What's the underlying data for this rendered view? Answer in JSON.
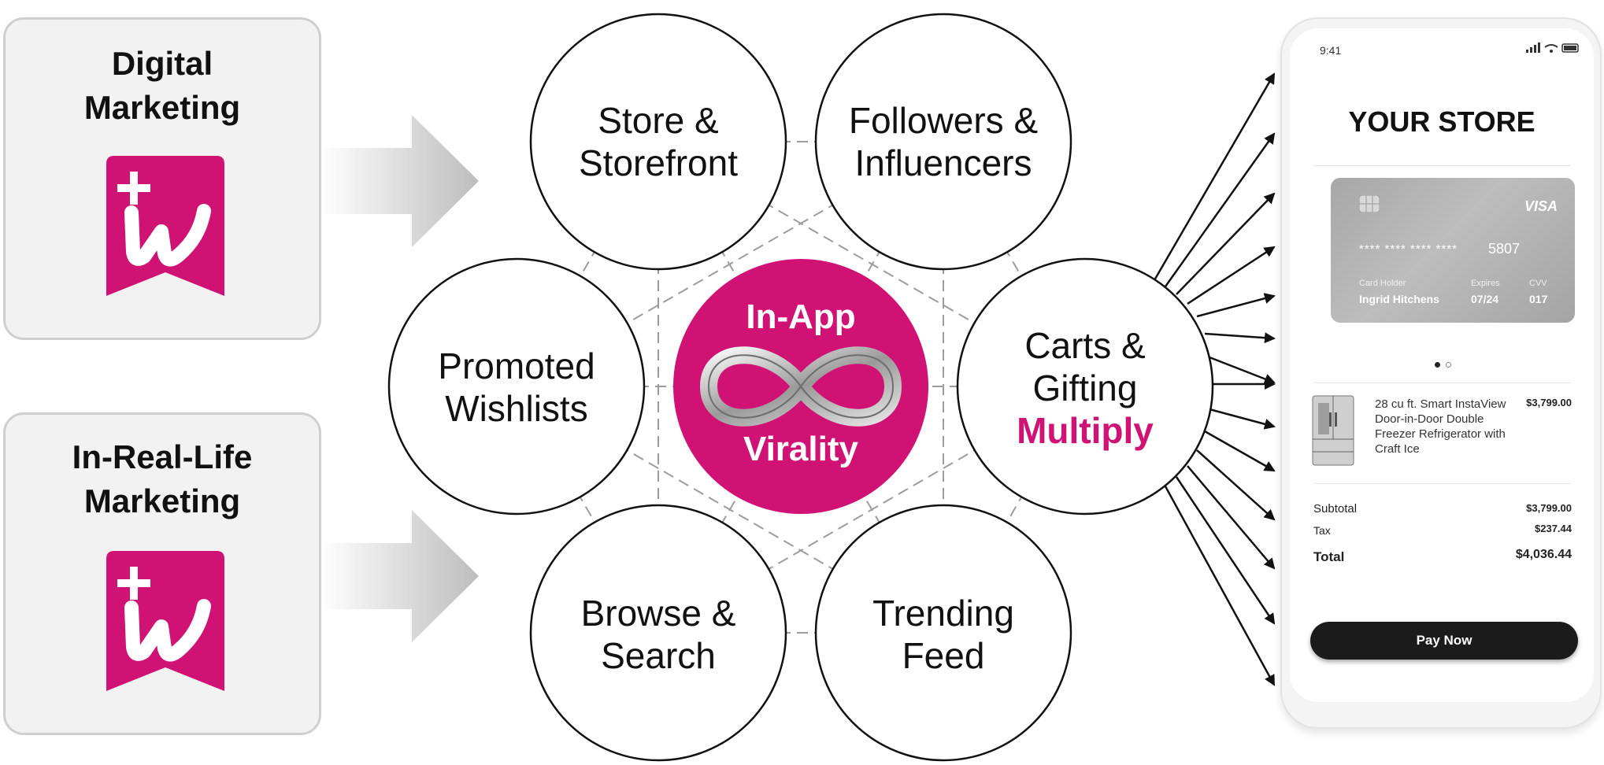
{
  "left_panels": [
    {
      "title_line1": "Digital",
      "title_line2": "Marketing",
      "logo_icon": "wishlist-plus-w-logo"
    },
    {
      "title_line1": "In-Real-Life",
      "title_line2": "Marketing",
      "logo_icon": "wishlist-plus-w-logo"
    }
  ],
  "circles": {
    "store": {
      "line1": "Store &",
      "line2": "Storefront"
    },
    "followers": {
      "line1": "Followers &",
      "line2": "Influencers"
    },
    "promoted": {
      "line1": "Promoted",
      "line2": "Wishlists"
    },
    "carts": {
      "line1": "Carts &",
      "line2": "Gifting",
      "line3": "Multiply"
    },
    "browse": {
      "line1": "Browse &",
      "line2": "Search"
    },
    "trending": {
      "line1": "Trending",
      "line2": "Feed"
    }
  },
  "center": {
    "top": "In-App",
    "bottom": "Virality",
    "icon": "infinity-icon"
  },
  "phone": {
    "time": "9:41",
    "store_title": "YOUR STORE",
    "card": {
      "brand": "VISA",
      "masked": "**** **** **** ****",
      "last4": "5807",
      "holder_label": "Card Holder",
      "holder": "Ingrid Hitchens",
      "expires_label": "Expires",
      "expires": "07/24",
      "cvv_label": "CVV",
      "cvv": "017"
    },
    "product": {
      "line1": "28 cu ft. Smart InstaView",
      "line2": "Door-in-Door Double",
      "line3": "Freezer Refrigerator with",
      "line4": "Craft Ice",
      "price": "$3,799.00"
    },
    "subtotal_label": "Subtotal",
    "subtotal": "$3,799.00",
    "tax_label": "Tax",
    "tax": "$237.44",
    "total_label": "Total",
    "total": "$4,036.44",
    "pay_button": "Pay Now"
  },
  "colors": {
    "brand_magenta": "#d01274",
    "panel_bg": "#f2f2f2"
  }
}
